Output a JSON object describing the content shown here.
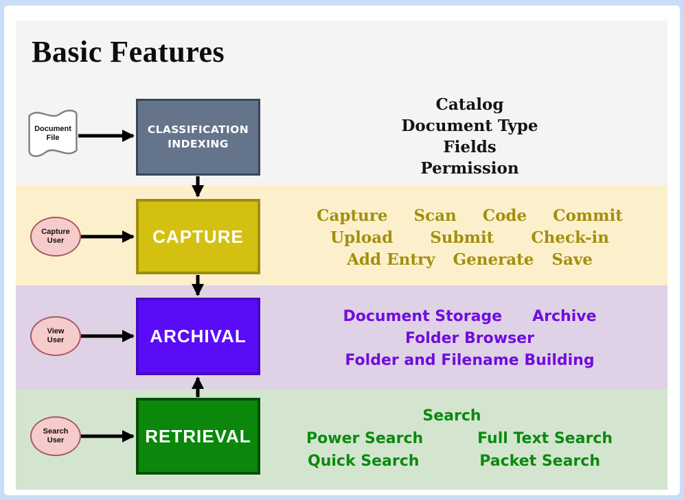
{
  "title": "Basic Features",
  "palette": {
    "frame_border": "#c9ddf8",
    "page_bg": "#ffffff",
    "band_classification": "#f4f4f4",
    "band_capture": "#fcf0cc",
    "band_archival": "#dfd2e6",
    "band_retrieval": "#d4e5cf",
    "classification_box_fill": "#64748b",
    "classification_box_border": "#38455a",
    "capture_box_fill": "#d4c011",
    "capture_box_border": "#9e8e0e",
    "archival_box_fill": "#5a0cf8",
    "archival_box_border": "#4609c2",
    "retrieval_box_fill": "#0b870c",
    "retrieval_box_border": "#064f06",
    "user_ellipse_fill": "#f6cbcb",
    "user_ellipse_border": "#a65a60",
    "capture_text_color": "#a28f0e",
    "archival_text_color": "#700ddd",
    "retrieval_text_color": "#0a8a10",
    "arrow_color": "#000000"
  },
  "sources": {
    "document_file": {
      "line1": "Document",
      "line2": "File"
    },
    "capture_user": {
      "line1": "Capture",
      "line2": "User"
    },
    "view_user": {
      "line1": "View",
      "line2": "User"
    },
    "search_user": {
      "line1": "Search",
      "line2": "User"
    }
  },
  "stages": {
    "classification": {
      "label_line1": "CLASSIFICATION",
      "label_line2": "INDEXING"
    },
    "capture": {
      "label": "CAPTURE"
    },
    "archival": {
      "label": "ARCHIVAL"
    },
    "retrieval": {
      "label": "RETRIEVAL"
    }
  },
  "features": {
    "classification": {
      "line1": "Catalog",
      "line2": "Document Type",
      "line3": "Fields",
      "line4": "Permission"
    },
    "capture": {
      "line1": [
        "Capture",
        "Scan",
        "Code",
        "Commit"
      ],
      "line2": [
        "Upload",
        "Submit",
        "Check-in"
      ],
      "line3": [
        "Add Entry",
        "Generate",
        "Save"
      ]
    },
    "archival": {
      "line1": [
        "Document Storage",
        "Archive"
      ],
      "line2": "Folder Browser",
      "line3": "Folder and Filename Building"
    },
    "retrieval": {
      "line1": "Search",
      "line2": [
        "Power Search",
        "Full Text Search"
      ],
      "line3": [
        "Quick Search",
        "Packet Search"
      ]
    }
  }
}
